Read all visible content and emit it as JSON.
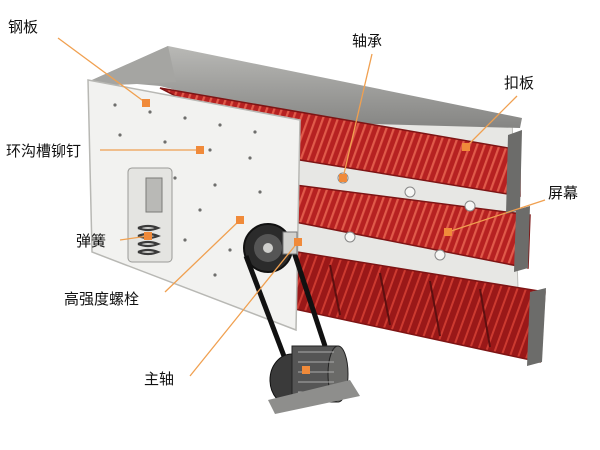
{
  "labels": {
    "steel_plate": "钢板",
    "bearing": "轴承",
    "buckle_plate": "扣板",
    "ring_groove_rivet": "环沟槽铆钉",
    "screen": "屏幕",
    "spring": "弹簧",
    "high_strength_bolt": "高强度螺栓",
    "main_shaft": "主轴"
  },
  "colors": {
    "leader_line": "#f0a050",
    "marker": "#f08a3a",
    "screen_deck": "#b62121",
    "screen_deck_dark": "#7e1414",
    "housing": "#f2f2f0",
    "steel": "#9a9a98"
  }
}
